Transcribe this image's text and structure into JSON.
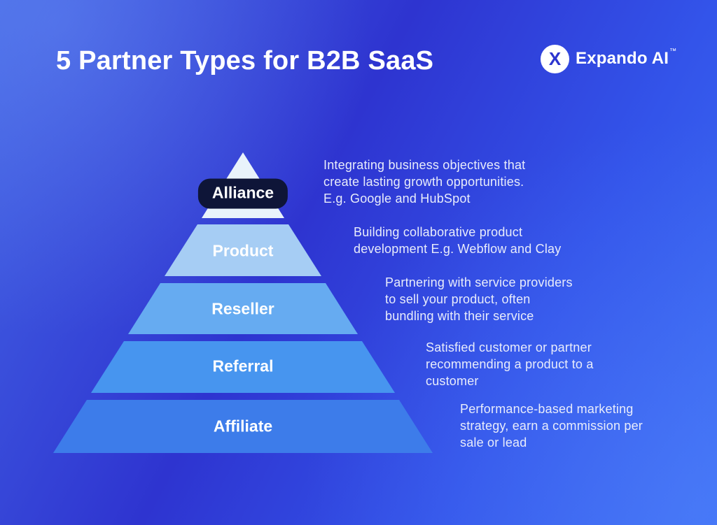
{
  "title": "5 Partner Types for B2B SaaS",
  "brand": {
    "name": "Expando AI",
    "tm": "™",
    "mark": "X"
  },
  "colors": {
    "background_start": "#4466e5",
    "background_mid": "#2e34d0",
    "background_end": "#3e70f4",
    "title_text": "#ffffff",
    "description_text": "#e8ecfb",
    "alliance_pill": "#0e1538"
  },
  "pyramid": {
    "tiers": [
      {
        "label": "Alliance",
        "color": "#e9f3fb",
        "description": "Integrating business objectives that\ncreate lasting growth opportunities.\nE.g. Google and HubSpot"
      },
      {
        "label": "Product",
        "color": "#a6cdf4",
        "description": "Building collaborative product\ndevelopment E.g. Webflow and Clay"
      },
      {
        "label": "Reseller",
        "color": "#66abf1",
        "description": "Partnering with service providers\nto sell your product, often\nbundling with their service"
      },
      {
        "label": "Referral",
        "color": "#4795ef",
        "description": "Satisfied customer or partner\nrecommending a product to a\ncustomer"
      },
      {
        "label": "Affiliate",
        "color": "#3d7cea",
        "description": "Performance-based marketing\nstrategy, earn a commission per\nsale or lead"
      }
    ]
  }
}
